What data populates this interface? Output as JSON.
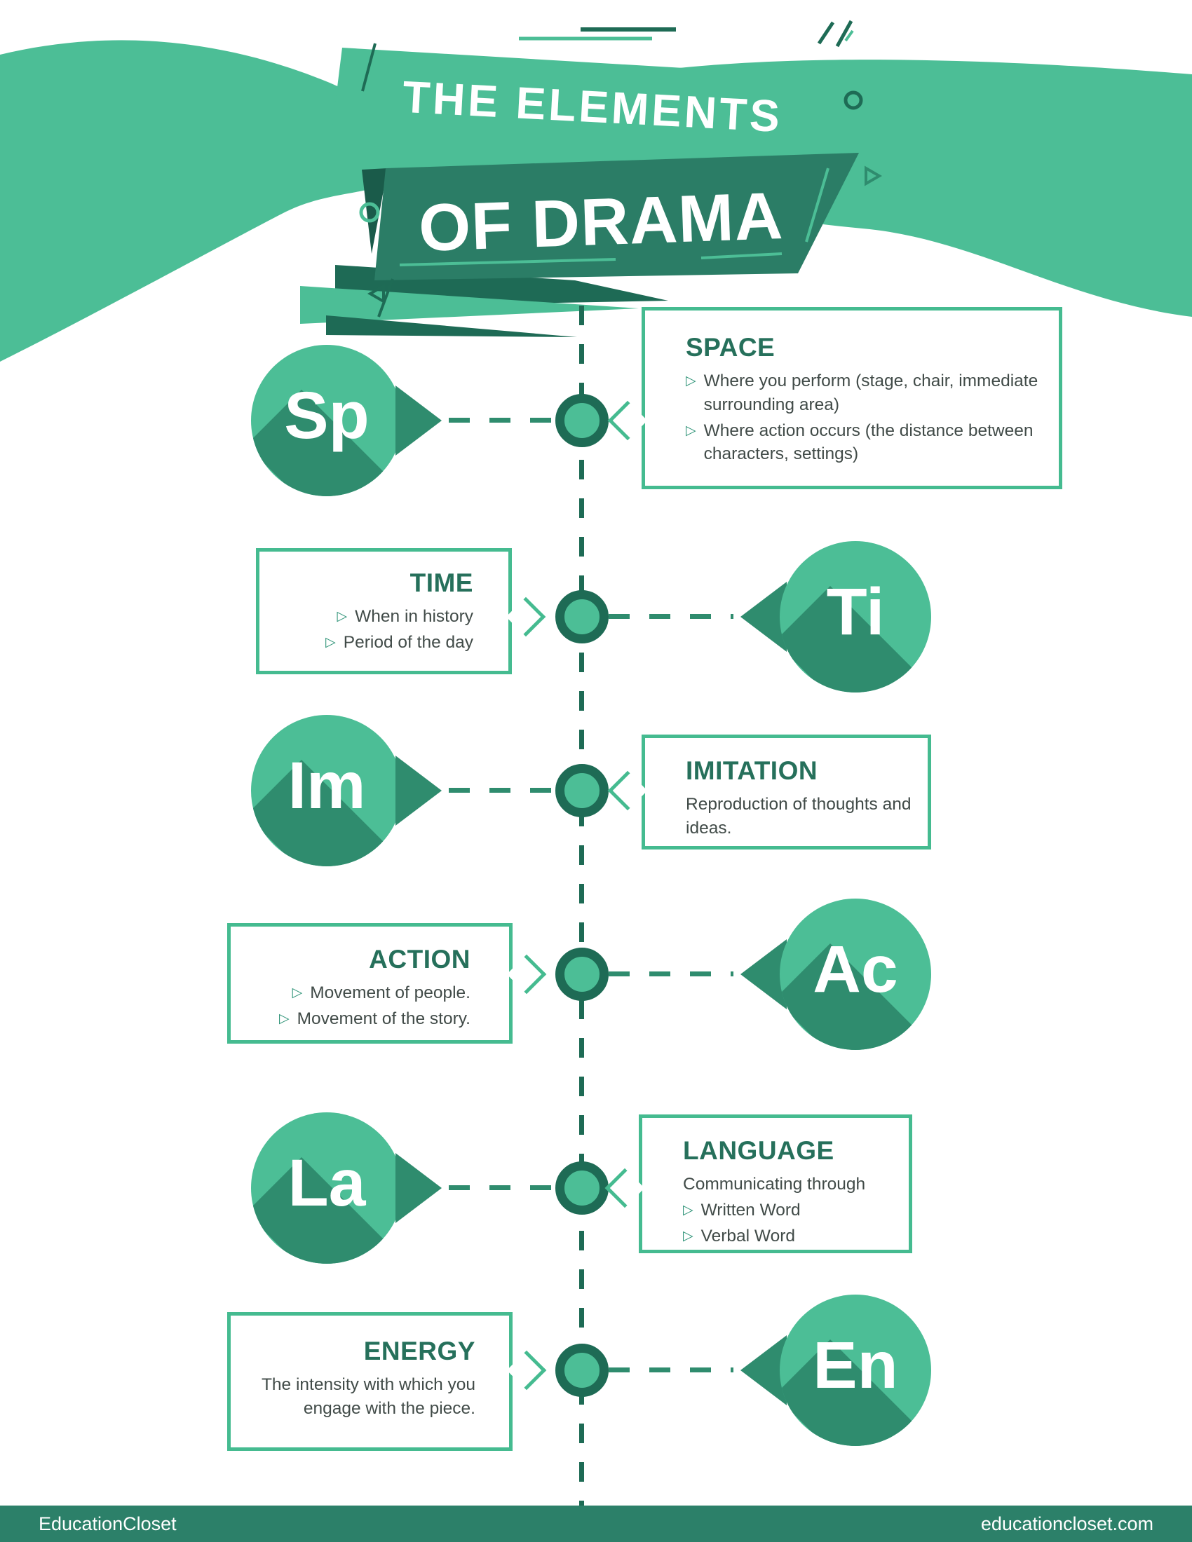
{
  "header": {
    "title_line1": "THE ELEMENTS",
    "title_line2": "OF DRAMA"
  },
  "bullet_char": "▷",
  "colors": {
    "brand_green": "#4CBE96",
    "banner_dark_green": "#2B7D66",
    "deep_teal": "#1E6B55",
    "long_shadow_green": "#2F8C6E",
    "heading_teal": "#26705B",
    "body_text": "#414B48",
    "footer_bar": "#2C8069"
  },
  "rows": [
    {
      "symbol": "Sp",
      "title": "SPACE",
      "lines": [
        {
          "bullet": true,
          "text": "Where you perform (stage, chair, immediate surrounding area)"
        },
        {
          "bullet": true,
          "text": "Where action occurs (the distance between characters, settings)"
        }
      ]
    },
    {
      "symbol": "Ti",
      "title": "TIME",
      "lines": [
        {
          "bullet": true,
          "text": "When in history"
        },
        {
          "bullet": true,
          "text": "Period of the day"
        }
      ]
    },
    {
      "symbol": "Im",
      "title": "IMITATION",
      "lines": [
        {
          "bullet": false,
          "text": "Reproduction of thoughts and ideas."
        }
      ]
    },
    {
      "symbol": "Ac",
      "title": "ACTION",
      "lines": [
        {
          "bullet": true,
          "text": "Movement of people."
        },
        {
          "bullet": true,
          "text": "Movement of the story."
        }
      ]
    },
    {
      "symbol": "La",
      "title": "LANGUAGE",
      "lines": [
        {
          "bullet": false,
          "text": "Communicating through"
        },
        {
          "bullet": true,
          "text": "Written Word"
        },
        {
          "bullet": true,
          "text": "Verbal Word"
        }
      ]
    },
    {
      "symbol": "En",
      "title": "ENERGY",
      "lines": [
        {
          "bullet": false,
          "text": "The intensity with which you engage with the piece."
        }
      ]
    }
  ],
  "footer": {
    "left": "EducationCloset",
    "right": "educationcloset.com"
  }
}
